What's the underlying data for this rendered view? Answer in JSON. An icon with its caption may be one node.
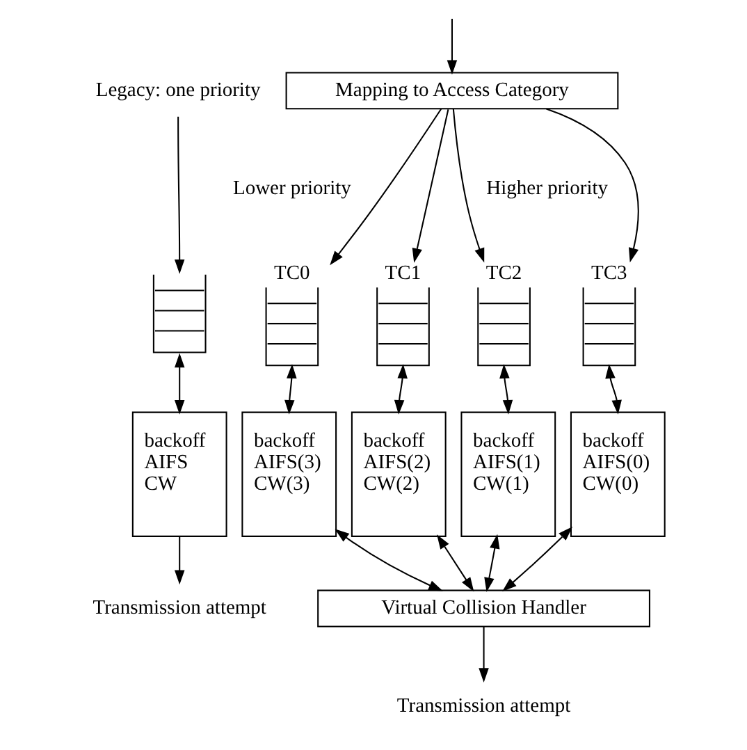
{
  "diagram": {
    "nodes": [
      {
        "text": [
          "Legacy: one priority"
        ]
      },
      {
        "text": [
          "Mapping to Access Category"
        ]
      },
      {
        "text": [],
        "shape": "queue"
      },
      {
        "text": [
          "TC0"
        ]
      },
      {
        "text": [
          "TC1"
        ]
      },
      {
        "text": [
          "TC2"
        ]
      },
      {
        "text": [
          "TC3"
        ]
      },
      {
        "text": [
          "backoff",
          "AIFS",
          "CW"
        ]
      },
      {
        "text": [
          "backoff",
          "AIFS(3)",
          "CW(3)"
        ]
      },
      {
        "text": [
          "backoff",
          "AIFS(2)",
          "CW(2)"
        ]
      },
      {
        "text": [
          "backoff",
          "AIFS(1)",
          "CW(1)"
        ]
      },
      {
        "text": [
          "backoff",
          "AIFS(0)",
          "CW(0)"
        ]
      },
      {
        "text": [
          "Virtual Collision Handler"
        ]
      },
      {
        "text": [
          "Transmission attempt"
        ]
      },
      {
        "text": [
          "Transmission attempt"
        ]
      }
    ],
    "edges": [
      {
        "from": null,
        "to": 1,
        "arrow": "to"
      },
      {
        "from": 0,
        "to": 2,
        "arrow": "to"
      },
      {
        "from": 1,
        "to": 3,
        "arrow": "to"
      },
      {
        "from": 1,
        "to": 4,
        "arrow": "to"
      },
      {
        "from": 1,
        "to": 5,
        "arrow": "to"
      },
      {
        "from": 1,
        "to": 6,
        "arrow": "to"
      },
      {
        "from": 2,
        "to": 7,
        "arrow": "both"
      },
      {
        "from": 3,
        "to": 8,
        "arrow": "both"
      },
      {
        "from": 4,
        "to": 9,
        "arrow": "both"
      },
      {
        "from": 5,
        "to": 10,
        "arrow": "both"
      },
      {
        "from": 6,
        "to": 11,
        "arrow": "both"
      },
      {
        "from": 7,
        "to": 13,
        "arrow": "to"
      },
      {
        "from": 8,
        "to": 12,
        "arrow": "both"
      },
      {
        "from": 9,
        "to": 12,
        "arrow": "both"
      },
      {
        "from": 10,
        "to": 12,
        "arrow": "both"
      },
      {
        "from": 11,
        "to": 12,
        "arrow": "both"
      },
      {
        "from": 12,
        "to": 14,
        "arrow": "to"
      }
    ],
    "labels": [
      "Lower priority",
      "Higher priority"
    ]
  }
}
